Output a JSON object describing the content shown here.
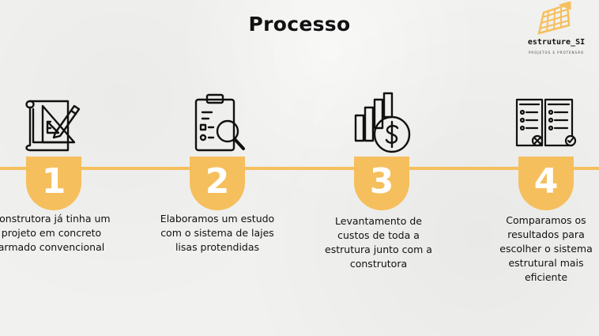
{
  "title": "Processo",
  "logo": {
    "name": "estruture_SI",
    "subtitle": "PROJETOS E PROTENSÃO"
  },
  "colors": {
    "accent": "#f6bf5d",
    "text": "#111111",
    "number": "#ffffff"
  },
  "steps": [
    {
      "number": "1",
      "icon": "blueprint-ruler-icon",
      "text": "Construtora já tinha um projeto em concreto armado convencional"
    },
    {
      "number": "2",
      "icon": "clipboard-search-icon",
      "text": "Elaboramos um estudo com o sistema de lajes lisas protendidas"
    },
    {
      "number": "3",
      "icon": "bar-chart-dollar-icon",
      "text": "Levantamento de custos de toda a estrutura junto com a construtora"
    },
    {
      "number": "4",
      "icon": "compare-checklists-icon",
      "text": "Comparamos os resultados para escolher o sistema estrutural mais eficiente"
    }
  ]
}
